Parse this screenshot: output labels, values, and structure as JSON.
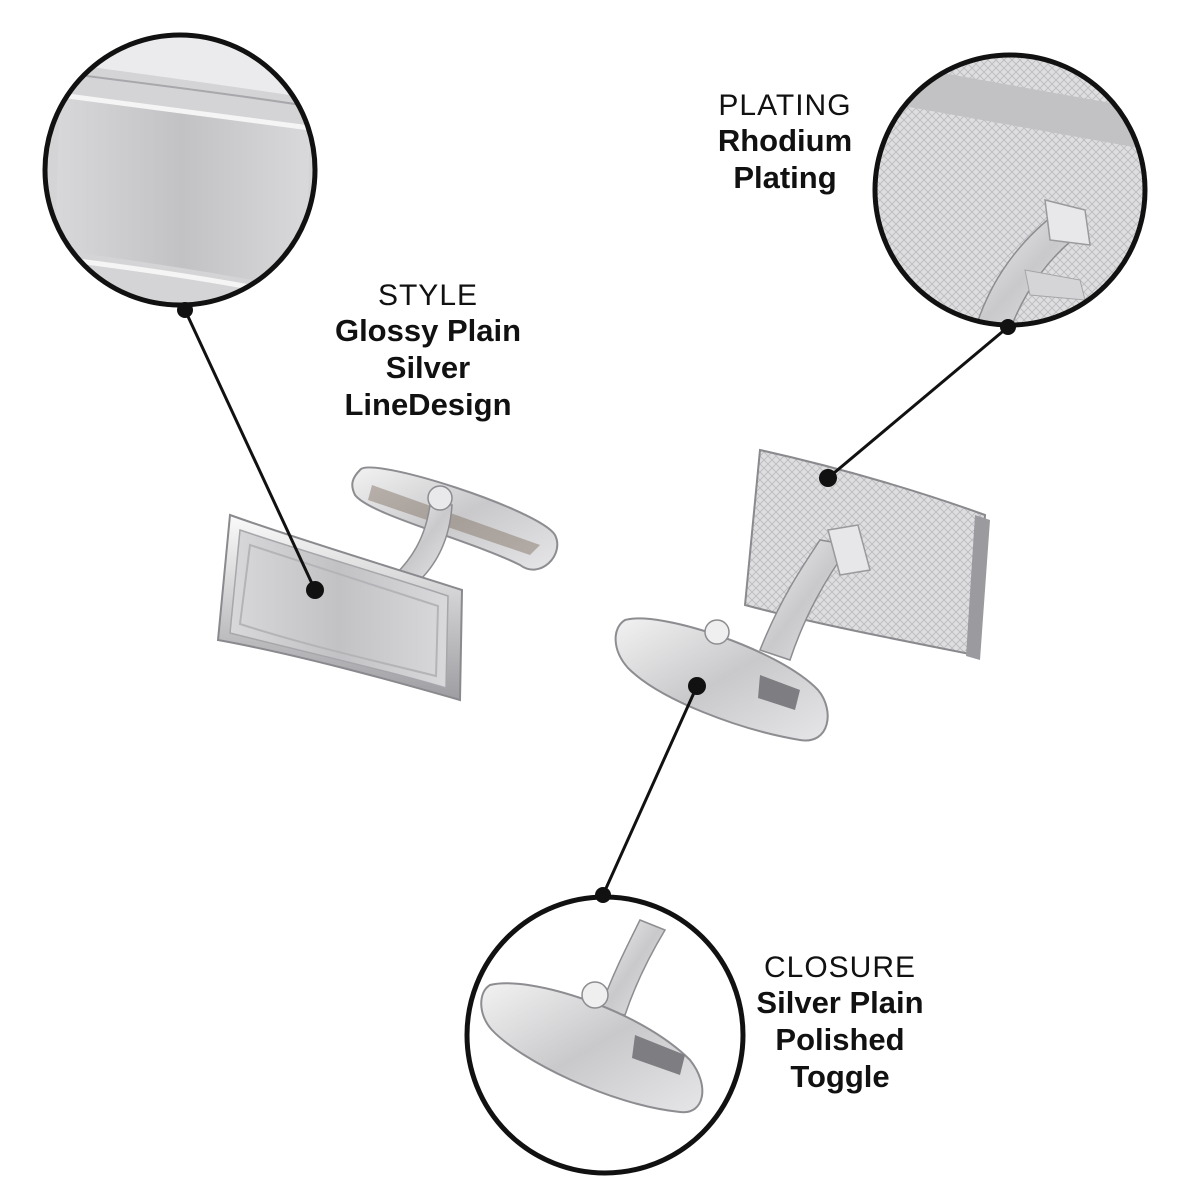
{
  "callouts": {
    "style": {
      "heading": "STYLE",
      "lines": [
        "Glossy Plain",
        "Silver",
        "LineDesign"
      ]
    },
    "plating": {
      "heading": "PLATING",
      "lines": [
        "Rhodium",
        "Plating"
      ]
    },
    "closure": {
      "heading": "CLOSURE",
      "lines": [
        "Silver Plain",
        "Polished",
        "Toggle"
      ]
    }
  },
  "colors": {
    "line": "#111111",
    "metal": "#c8c8ca",
    "background": "#ffffff"
  }
}
